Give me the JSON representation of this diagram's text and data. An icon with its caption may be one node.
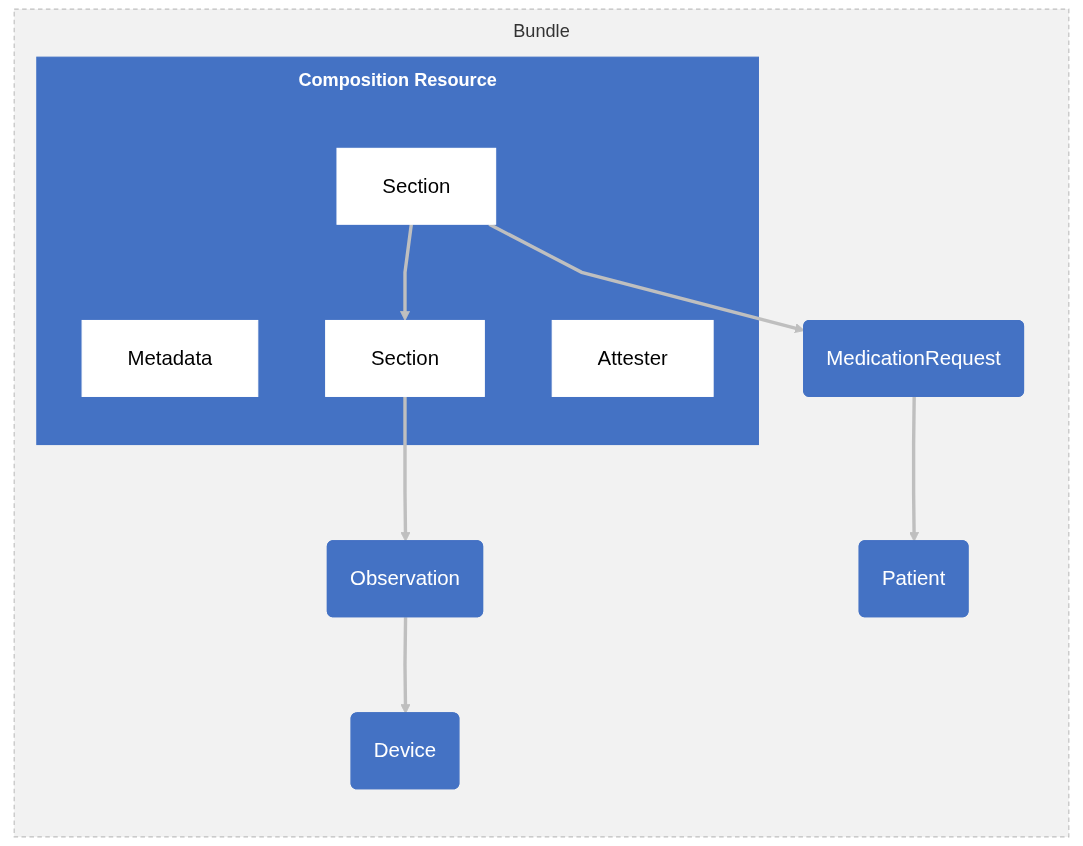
{
  "diagram": {
    "nodes": [
      {
        "text": [
          "Bundle"
        ]
      },
      {
        "text": [
          "Composition Resource"
        ],
        "in": 0
      },
      {
        "text": [
          "Metadata"
        ],
        "in": 1
      },
      {
        "text": [
          "Attester"
        ],
        "in": 1
      },
      {
        "text": [
          "Section"
        ],
        "in": 1
      },
      {
        "text": [
          "Section"
        ],
        "in": 1
      },
      {
        "text": [
          "MedicationRequest"
        ],
        "in": 0
      },
      {
        "text": [
          "Observation"
        ],
        "in": 0
      },
      {
        "text": [
          "Patient"
        ],
        "in": 0
      },
      {
        "text": [
          "Device"
        ],
        "in": 0
      }
    ],
    "edges": [
      {
        "from": 4,
        "to": 5,
        "arrow": "to"
      },
      {
        "from": 4,
        "to": 6,
        "arrow": "to"
      },
      {
        "from": 5,
        "to": 7,
        "arrow": "to"
      },
      {
        "from": 6,
        "to": 8,
        "arrow": "to"
      },
      {
        "from": 7,
        "to": 9,
        "arrow": "to"
      }
    ]
  }
}
